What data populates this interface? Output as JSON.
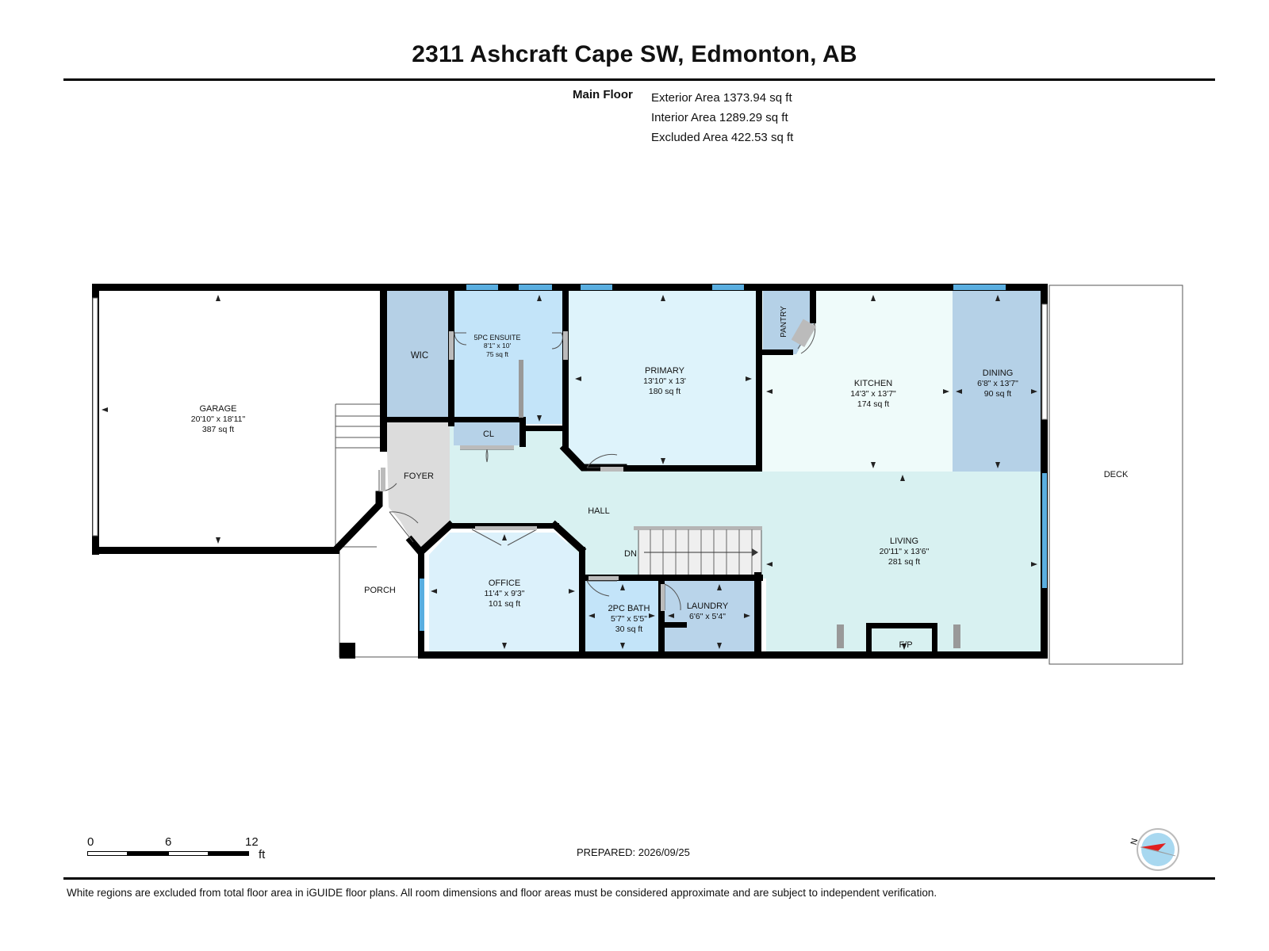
{
  "title": "2311 Ashcraft Cape SW, Edmonton, AB",
  "floor": {
    "name": "Main Floor",
    "exterior_area": "Exterior Area 1373.94 sq ft",
    "interior_area": "Interior Area 1289.29 sq ft",
    "excluded_area": "Excluded Area 422.53 sq ft"
  },
  "rooms": {
    "garage": {
      "name": "GARAGE",
      "dims": "20'10\" x 18'11\"",
      "area": "387 sq ft"
    },
    "wic": {
      "name": "WIC"
    },
    "ensuite": {
      "name": "5PC ENSUITE",
      "dims": "8'1\" x 10'",
      "area": "75 sq ft"
    },
    "primary": {
      "name": "PRIMARY",
      "dims": "13'10\" x 13'",
      "area": "180 sq ft"
    },
    "pantry": {
      "name": "PANTRY"
    },
    "kitchen": {
      "name": "KITCHEN",
      "dims": "14'3\" x 13'7\"",
      "area": "174 sq ft"
    },
    "dining": {
      "name": "DINING",
      "dims": "6'8\" x 13'7\"",
      "area": "90 sq ft"
    },
    "deck": {
      "name": "DECK"
    },
    "cl": {
      "name": "CL"
    },
    "foyer": {
      "name": "FOYER"
    },
    "hall": {
      "name": "HALL"
    },
    "living": {
      "name": "LIVING",
      "dims": "20'11\" x 13'6\"",
      "area": "281 sq ft"
    },
    "dn": {
      "name": "DN"
    },
    "porch": {
      "name": "PORCH"
    },
    "office": {
      "name": "OFFICE",
      "dims": "11'4\" x 9'3\"",
      "area": "101 sq ft"
    },
    "bath": {
      "name": "2PC BATH",
      "dims": "5'7\" x 5'5\"",
      "area": "30 sq ft"
    },
    "laundry": {
      "name": "LAUNDRY",
      "dims": "6'6\" x 5'4\""
    },
    "fp": {
      "name": "F/P"
    }
  },
  "scale_bar": {
    "t0": "0",
    "t1": "6",
    "t2": "12",
    "unit": "ft"
  },
  "compass": {
    "label": "N"
  },
  "prepared": "PREPARED: 2026/09/25",
  "disclaimer": "White regions are excluded from total floor area in iGUIDE floor plans. All room dimensions and floor areas must be considered approximate and are subject to independent verification.",
  "colors": {
    "wall": "#000000",
    "window": "#5aaee0",
    "wic": "#b5d0e6",
    "ensuite": "#c3e4f9",
    "primary": "#def3fb",
    "kitchen": "#effbfa",
    "dining": "#b5d1e7",
    "hall": "#d8f1f1",
    "foyer": "#dcdcdc",
    "office": "#dcf1fb",
    "bath": "#c3e4f9",
    "laundry": "#b9d4ea"
  }
}
